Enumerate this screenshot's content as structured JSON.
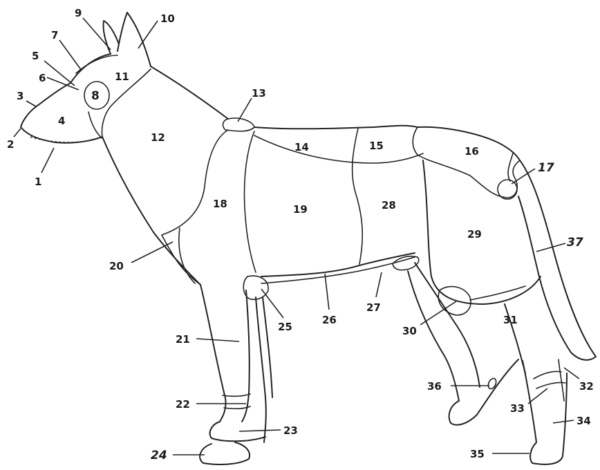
{
  "labels": {
    "l1": "1",
    "l2": "2",
    "l3": "3",
    "l4": "4",
    "l5": "5",
    "l6": "6",
    "l7": "7",
    "l8": "8",
    "l9": "9",
    "l10": "10",
    "l11": "11",
    "l12": "12",
    "l13": "13",
    "l14": "14",
    "l15": "15",
    "l16": "16",
    "l17": "17",
    "l18": "18",
    "l19": "19",
    "l20": "20",
    "l21": "21",
    "l22": "22",
    "l23": "23",
    "l24": "24",
    "l25": "25",
    "l26": "26",
    "l27": "27",
    "l28": "28",
    "l29": "29",
    "l30": "30",
    "l31": "31",
    "l32": "32",
    "l33": "33",
    "l34": "34",
    "l35": "35",
    "l36": "36",
    "l37": "37"
  },
  "colors": {
    "line": "#222222",
    "background": "#ffffff"
  }
}
